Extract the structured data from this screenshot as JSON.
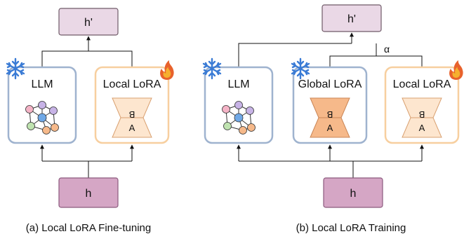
{
  "colors": {
    "llm_border": "#9fb3cf",
    "lora_border": "#f7cf9f",
    "h_fill": "#d5a6c5",
    "h_border": "#8c5a7e",
    "hp_fill": "#ead8e6",
    "hp_border": "#6f5a68",
    "trap_light": "#fde6cf",
    "trap_dark": "#f6b98a",
    "snowflake": "#3a7bd5",
    "flame_outer": "#e8622c",
    "flame_inner": "#f6b02e"
  },
  "icons": [
    "snowflake-icon",
    "flame-icon",
    "neural-network-icon"
  ],
  "panel_a": {
    "output_label": "h'",
    "input_label": "h",
    "llm_label": "LLM",
    "local_lora_label": "Local LoRA",
    "b_label": "B",
    "a_label": "A",
    "caption": "(a) Local LoRA Fine-tuning"
  },
  "panel_b": {
    "output_label": "h'",
    "input_label": "h",
    "llm_label": "LLM",
    "global_lora_label": "Global LoRA",
    "local_lora_label": "Local LoRA",
    "b_label_global": "B",
    "a_label_global": "A",
    "b_label_local": "B",
    "a_label_local": "A",
    "alpha_label": "α",
    "caption": "(b) Local LoRA Training"
  }
}
